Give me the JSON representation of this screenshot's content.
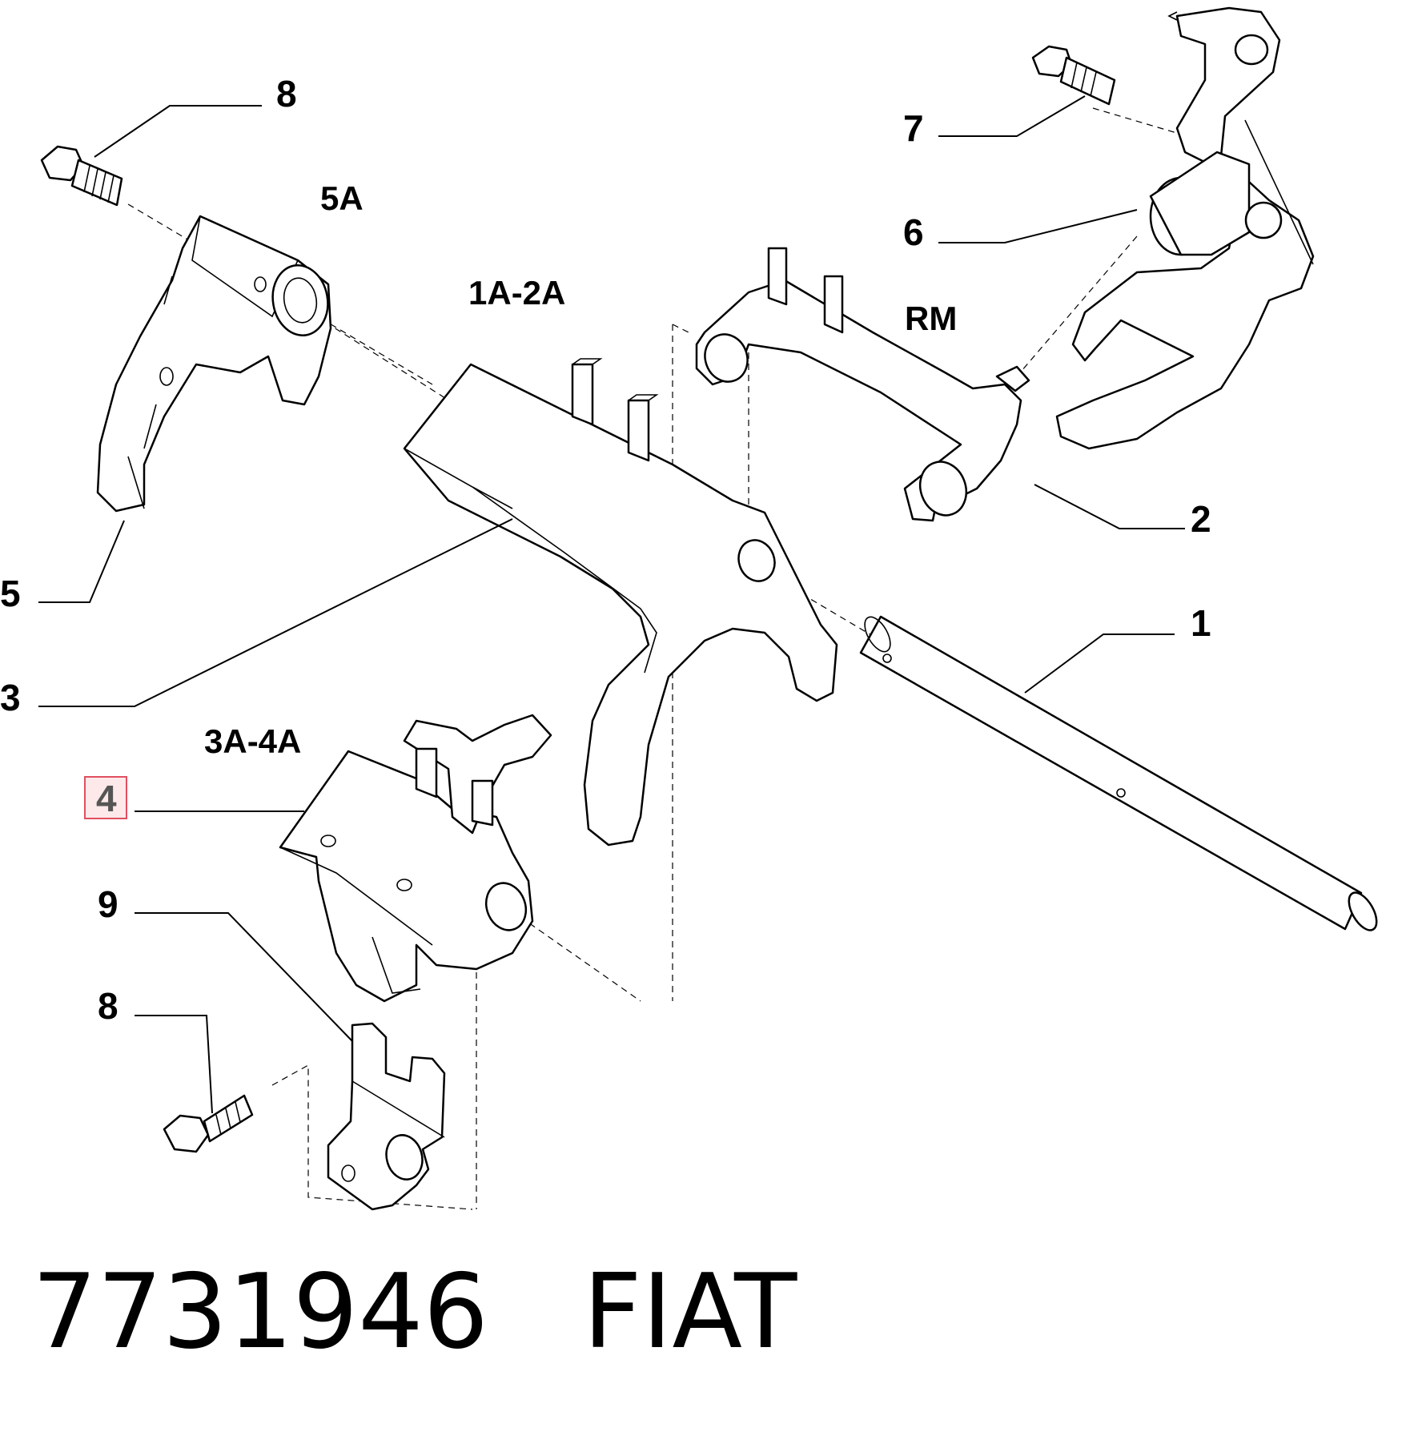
{
  "callouts": {
    "c8_top": "8",
    "c7": "7",
    "c6": "6",
    "c2": "2",
    "c5": "5",
    "c1": "1",
    "c3": "3",
    "c4": "4",
    "c9": "9",
    "c8_bottom": "8"
  },
  "group_labels": {
    "g5A": "5A",
    "g1A2A": "1A-2A",
    "gRM": "RM",
    "g3A4A": "3A-4A"
  },
  "highlighted_callout": "4",
  "highlight_color": "#e05060",
  "footer": {
    "part_number": "7731946",
    "brand": "FIAT"
  }
}
